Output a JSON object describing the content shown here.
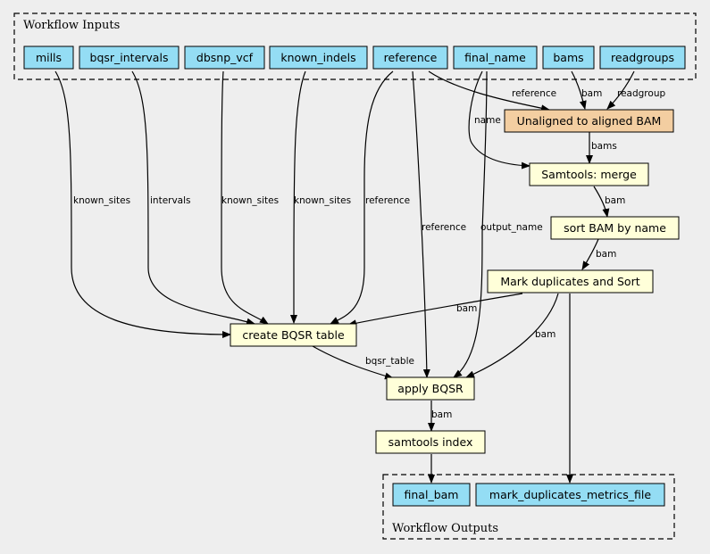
{
  "clusters": {
    "inputs_title": "Workflow Inputs",
    "outputs_title": "Workflow Outputs"
  },
  "colors": {
    "input_fill": "#94ddf4",
    "step_fill": "#ffffd9",
    "start_step_fill": "#f3cea1",
    "background": "#eeeeee"
  },
  "inputs": [
    "mills",
    "bqsr_intervals",
    "dbsnp_vcf",
    "known_indels",
    "reference",
    "final_name",
    "bams",
    "readgroups"
  ],
  "steps": {
    "align": "Unaligned to aligned BAM",
    "merge": "Samtools: merge",
    "sort": "sort BAM by name",
    "markdup": "Mark duplicates and Sort",
    "bqsr_table": "create BQSR table",
    "apply_bqsr": "apply BQSR",
    "index": "samtools index"
  },
  "outputs": [
    "final_bam",
    "mark_duplicates_metrics_file"
  ],
  "edge_labels": {
    "reference_align": "reference",
    "bam_align": "bam",
    "readgroup_align": "readgroup",
    "name_merge": "name",
    "bams_merge": "bams",
    "bam_sort": "bam",
    "bam_markdup": "bam",
    "mills_bqsr": "known_sites",
    "intervals_bqsr": "intervals",
    "dbsnp_bqsr": "known_sites",
    "indels_bqsr": "known_sites",
    "reference_bqsr": "reference",
    "reference_apply": "reference",
    "output_name_apply": "output_name",
    "bam_markdup_bqsr": "bam",
    "bam_markdup_apply": "bam",
    "bqsr_table_apply": "bqsr_table",
    "bam_index": "bam"
  }
}
